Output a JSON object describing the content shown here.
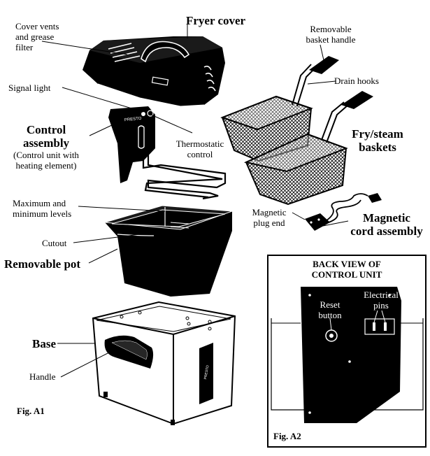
{
  "labels": {
    "fryer_cover": "Fryer cover",
    "cover_vents": [
      "Cover vents",
      "and grease",
      "filter"
    ],
    "removable_basket_handle": [
      "Removable",
      "basket handle"
    ],
    "drain_hooks": "Drain hooks",
    "signal_light": "Signal light",
    "control_assembly": [
      "Control",
      "assembly"
    ],
    "control_assembly_note": [
      "(Control unit with",
      "heating element)"
    ],
    "thermostatic_control": [
      "Thermostatic",
      "control"
    ],
    "fry_steam_baskets": [
      "Fry/steam",
      "baskets"
    ],
    "max_min_levels": [
      "Maximum and",
      "minimum levels"
    ],
    "magnetic_plug_end": [
      "Magnetic",
      "plug end"
    ],
    "magnetic_cord_assembly": [
      "Magnetic",
      "cord assembly"
    ],
    "cutout": "Cutout",
    "removable_pot": "Removable pot",
    "base": "Base",
    "handle": "Handle",
    "fig_a1": "Fig. A1"
  },
  "inset": {
    "title": [
      "BACK VIEW OF",
      "CONTROL UNIT"
    ],
    "reset_button": [
      "Reset",
      "button"
    ],
    "electrical_pins": [
      "Electrical",
      "pins"
    ],
    "fig_a2": "Fig. A2"
  },
  "brand_marks": {
    "control_unit": "PRESTO",
    "base": "PRESTO"
  }
}
